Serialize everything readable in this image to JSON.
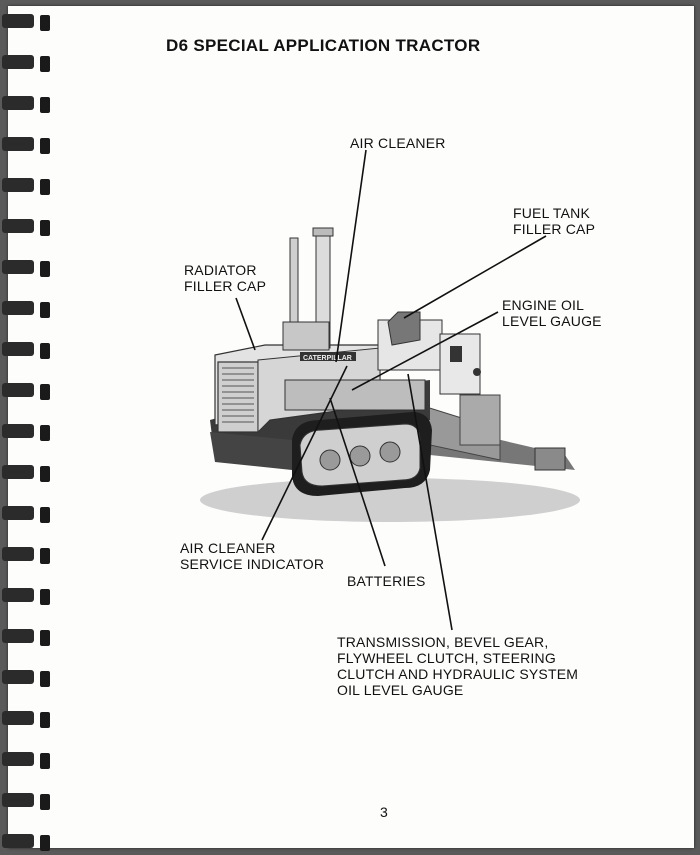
{
  "document": {
    "title": "D6 SPECIAL APPLICATION TRACTOR",
    "page_number": "3",
    "figure": {
      "callouts": [
        {
          "id": "air-cleaner",
          "text": "AIR CLEANER"
        },
        {
          "id": "fuel-tank-filler-cap",
          "text": "FUEL TANK\nFILLER CAP"
        },
        {
          "id": "radiator-filler-cap",
          "text": "RADIATOR\nFILLER CAP"
        },
        {
          "id": "engine-oil-level-gauge",
          "text": "ENGINE OIL\nLEVEL GAUGE"
        },
        {
          "id": "air-cleaner-service-indicator",
          "text": "AIR CLEANER\nSERVICE INDICATOR"
        },
        {
          "id": "batteries",
          "text": "BATTERIES"
        },
        {
          "id": "transmission-oil-level-gauge",
          "text": "TRANSMISSION, BEVEL GEAR,\nFLYWHEEL CLUTCH, STEERING\nCLUTCH AND HYDRAULIC SYSTEM\nOIL LEVEL GAUGE"
        }
      ],
      "logo_text": "CATERPILLAR"
    }
  }
}
